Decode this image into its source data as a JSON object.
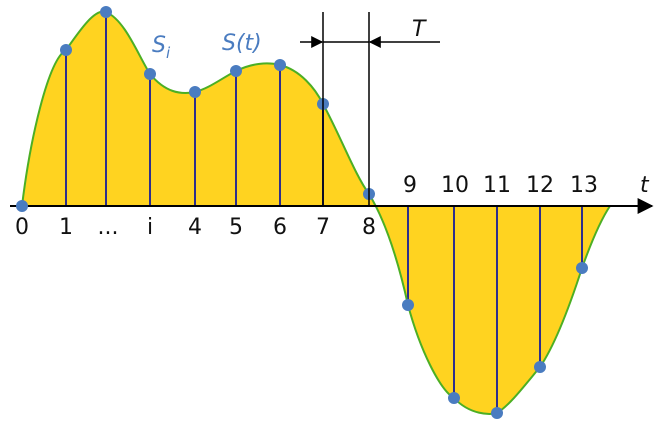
{
  "diagram": {
    "labels": {
      "t_axis": "t",
      "period": "T",
      "signal": "S(t)",
      "sample": "S",
      "sample_subscript": "i"
    },
    "bottom_ticks": [
      "0",
      "1",
      "...",
      "i",
      "4",
      "5",
      "6",
      "7",
      "8"
    ],
    "top_ticks": [
      "9",
      "10",
      "11",
      "12",
      "13"
    ],
    "colors": {
      "fill": "#FFD320",
      "curve": "#4CAF24",
      "stems": "#2E2E8C",
      "dots": "#4A7CC0",
      "axis": "#000000",
      "label_blue": "#4A7CC0"
    }
  }
}
